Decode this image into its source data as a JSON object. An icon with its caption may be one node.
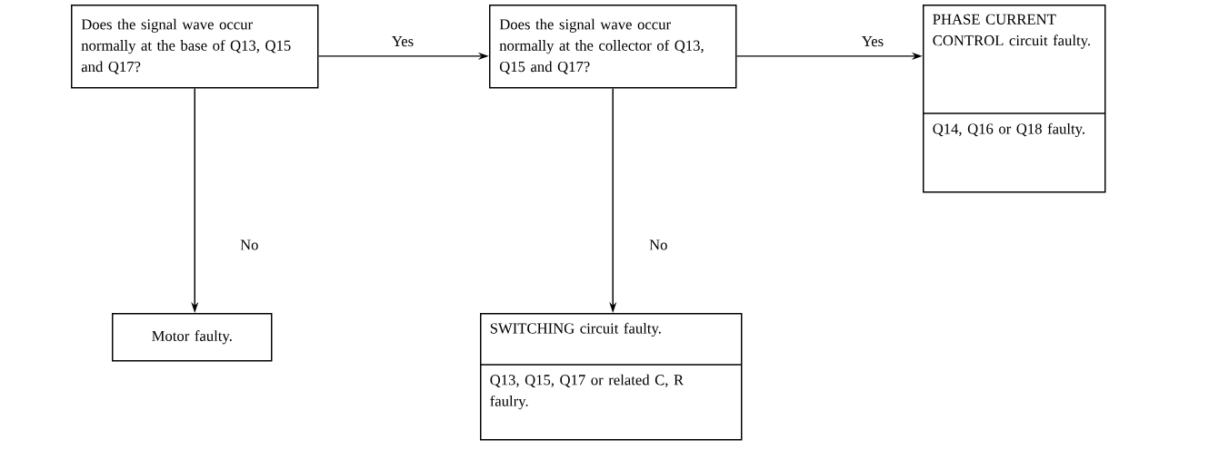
{
  "diagram": {
    "nodes": [
      {
        "text": [
          "Does the signal wave occur normally at the base of Q13, Q15 and Q17?"
        ]
      },
      {
        "text": [
          "Does the signal wave occur normally at the collector of Q13, Q15 and Q17?"
        ]
      },
      {
        "text": [
          "PHASE CURRENT CONTROL circuit faulty.",
          "Q14, Q16 or Q18 faulty."
        ]
      },
      {
        "text": [
          "Motor faulty."
        ]
      },
      {
        "text": [
          "SWITCHING circuit faulty.",
          "Q13, Q15, Q17 or related C, R faulry."
        ]
      }
    ],
    "edges": [
      {
        "from": 0,
        "to": 1,
        "arrow": "to",
        "label": "Yes"
      },
      {
        "from": 1,
        "to": 2,
        "arrow": "to",
        "label": "Yes"
      },
      {
        "from": 0,
        "to": 3,
        "arrow": "to",
        "label": "No"
      },
      {
        "from": 1,
        "to": 4,
        "arrow": "to",
        "label": "No"
      }
    ]
  }
}
